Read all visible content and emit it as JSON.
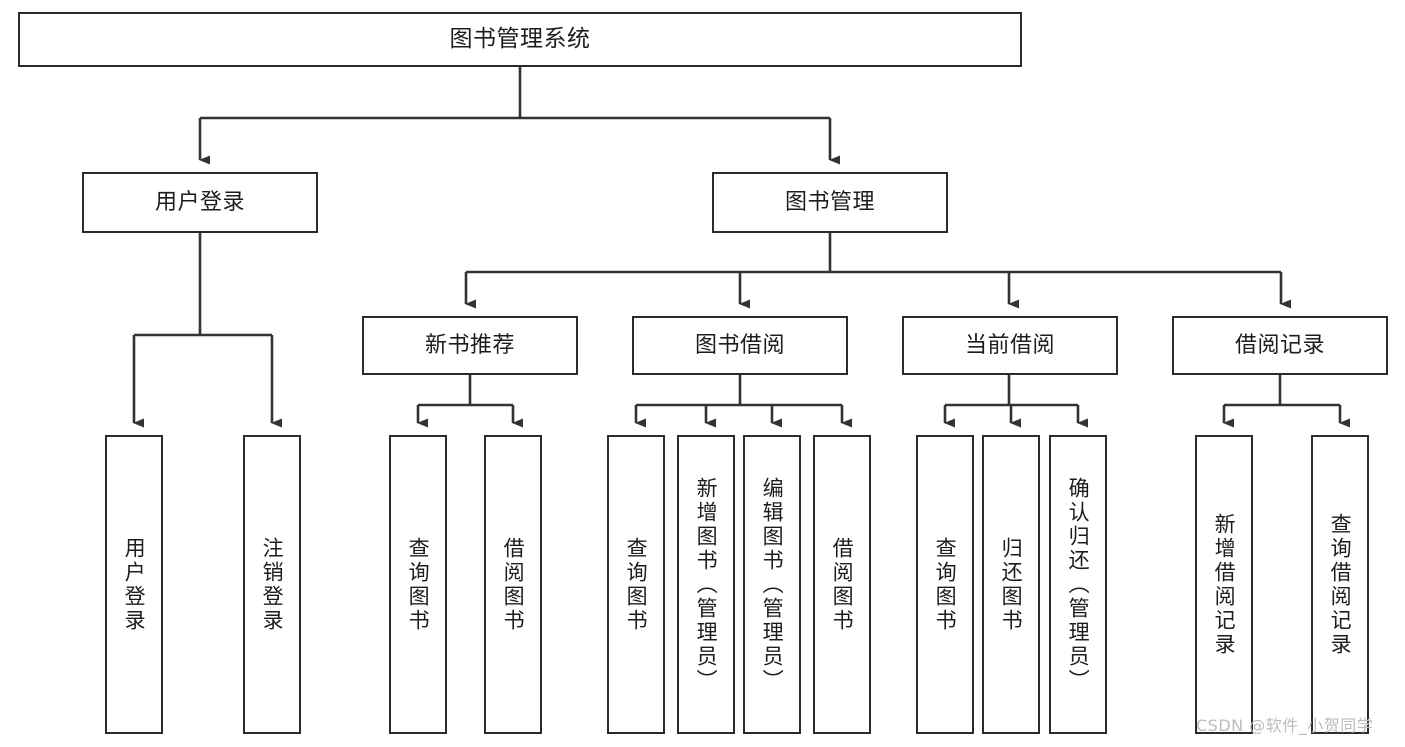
{
  "diagram": {
    "title": "图书管理系统",
    "type": "tree-hierarchy-chart",
    "watermark": "CSDN @软件_小贺同学",
    "colors": {
      "box_border": "#2b2b2b",
      "box_fill": "#ffffff",
      "connector": "#333333",
      "text": "#1d1d1d",
      "watermark": "#bcbcbc",
      "background": "#ffffff"
    },
    "nodes": {
      "root": {
        "label": "图书管理系统"
      },
      "level2": [
        {
          "id": "user-login",
          "label": "用户登录"
        },
        {
          "id": "book-manage",
          "label": "图书管理"
        }
      ],
      "level3": [
        {
          "id": "new-book-recommend",
          "label": "新书推荐"
        },
        {
          "id": "book-borrow",
          "label": "图书借阅"
        },
        {
          "id": "current-borrow",
          "label": "当前借阅"
        },
        {
          "id": "borrow-record",
          "label": "借阅记录"
        }
      ],
      "leaves": {
        "user-login": [
          {
            "id": "leaf-user-login",
            "label": "用户登录"
          },
          {
            "id": "leaf-logout-login",
            "label": "注销登录"
          }
        ],
        "new-book-recommend": [
          {
            "id": "leaf-query-book-1",
            "label": "查询图书"
          },
          {
            "id": "leaf-borrow-book-1",
            "label": "借阅图书"
          }
        ],
        "book-borrow": [
          {
            "id": "leaf-query-book-2",
            "label": "查询图书"
          },
          {
            "id": "leaf-add-book",
            "label": "新增图书（管理员）"
          },
          {
            "id": "leaf-edit-book",
            "label": "编辑图书（管理员）"
          },
          {
            "id": "leaf-borrow-book-2",
            "label": "借阅图书"
          }
        ],
        "current-borrow": [
          {
            "id": "leaf-query-book-3",
            "label": "查询图书"
          },
          {
            "id": "leaf-return-book",
            "label": "归还图书"
          },
          {
            "id": "leaf-confirm-return",
            "label": "确认归还（管理员）"
          }
        ],
        "borrow-record": [
          {
            "id": "leaf-add-record",
            "label": "新增借阅记录"
          },
          {
            "id": "leaf-query-record",
            "label": "查询借阅记录"
          }
        ]
      }
    }
  }
}
